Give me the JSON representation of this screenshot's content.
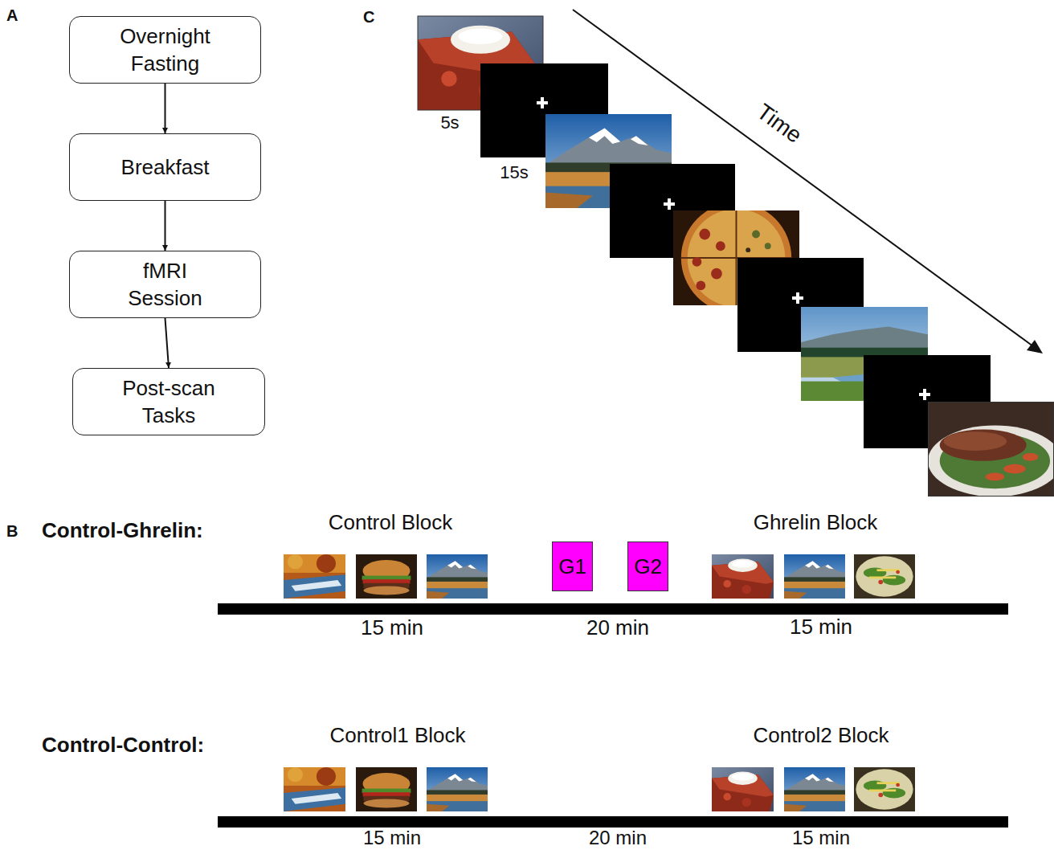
{
  "diagram": {
    "nodes": [
      {
        "text": [
          "Overnight Fasting"
        ]
      },
      {
        "text": [
          "Breakfast"
        ]
      },
      {
        "text": [
          "fMRI Session"
        ]
      },
      {
        "text": [
          "Post-scan Tasks"
        ]
      },
      {
        "text": [
          "G1"
        ]
      },
      {
        "text": [
          "G2"
        ]
      }
    ],
    "edges": [
      {
        "from": 0,
        "to": 1,
        "arrow": "to"
      },
      {
        "from": 1,
        "to": 2,
        "arrow": "to"
      },
      {
        "from": 2,
        "to": 3,
        "arrow": "to"
      }
    ],
    "labels": [
      "A",
      "C",
      "5s",
      "15s",
      "Time",
      "B",
      "Control-Ghrelin:",
      "Control Block",
      "Ghrelin Block",
      "15 min",
      "20 min",
      "15 min",
      "Control-Control:",
      "Control1 Block",
      "Control2 Block",
      "15 min",
      "20 min",
      "15 min"
    ]
  }
}
